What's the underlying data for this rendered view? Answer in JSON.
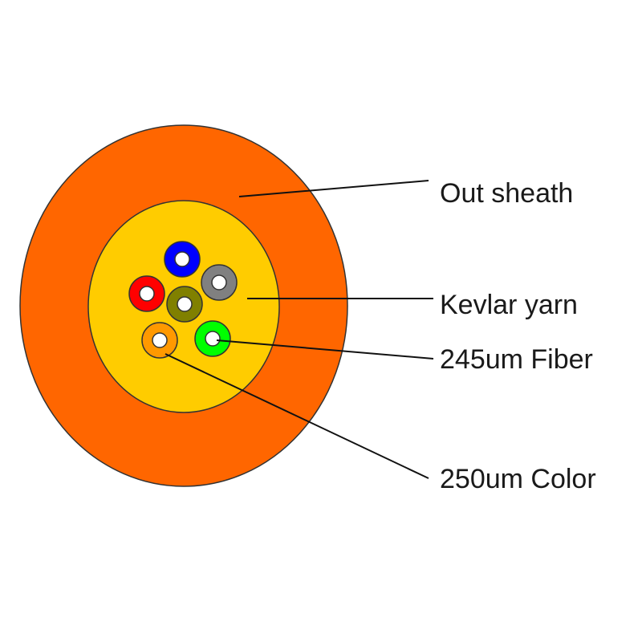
{
  "labels": {
    "out_sheath": "Out sheath",
    "kevlar_yarn": "Kevlar yarn",
    "fiber": "245um Fiber",
    "color": "250um Color"
  },
  "colors": {
    "out_sheath": "#ff6600",
    "kevlar_yarn": "#ffcc00",
    "outline": "#333333",
    "fiber_core": "#ffffff",
    "fibers": [
      "#0000ff",
      "#808080",
      "#ff0000",
      "#808000",
      "#ff9900",
      "#00ff00"
    ]
  },
  "fibers": [
    {
      "color_name": "blue"
    },
    {
      "color_name": "gray"
    },
    {
      "color_name": "red"
    },
    {
      "color_name": "olive"
    },
    {
      "color_name": "orange"
    },
    {
      "color_name": "green"
    }
  ]
}
